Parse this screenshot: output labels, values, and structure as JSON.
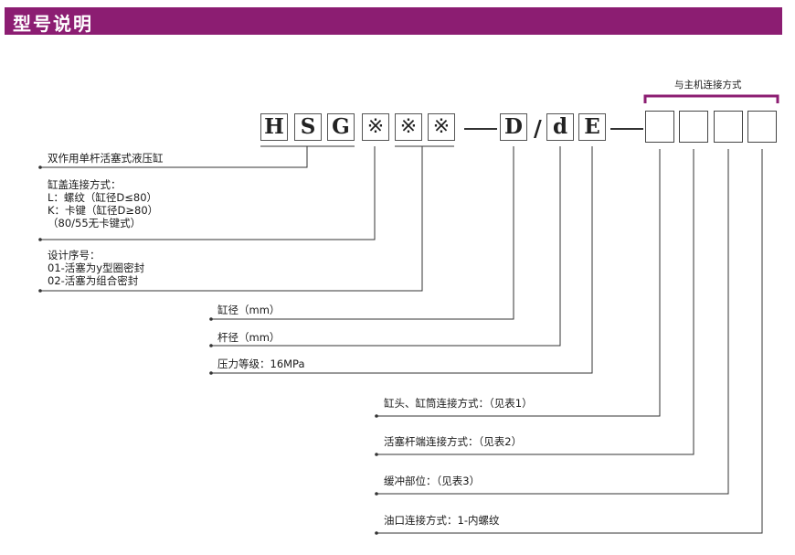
{
  "header": {
    "title": "型号说明"
  },
  "code": {
    "H": "H",
    "S": "S",
    "G": "G",
    "x1": "※",
    "x2": "※",
    "x3": "※",
    "D": "D",
    "slash": "/",
    "d": "d",
    "E": "E"
  },
  "bracket_label": "与主机连接方式",
  "labels": {
    "l1": "双作用单杆活塞式液压缸",
    "l2a": "缸盖连接方式：",
    "l2b": "L：螺纹（缸径D≤80）",
    "l2c": "K：卡键（缸径D≥80）",
    "l2d": "（80/55无卡键式）",
    "l3a": "设计序号：",
    "l3b": "01-活塞为y型圈密封",
    "l3c": "02-活塞为组合密封",
    "l4": "缸径（mm）",
    "l5": "杆径（mm）",
    "l6": "压力等级：16MPa",
    "l7": "缸头、缸筒连接方式：（见表1）",
    "l8": "活塞杆端连接方式：（见表2）",
    "l9": "缓冲部位：（见表3）",
    "l10": "油口连接方式：1-内螺纹"
  },
  "colors": {
    "header": "#8c1d72",
    "bracket": "#8c1d72",
    "line": "#333333"
  }
}
